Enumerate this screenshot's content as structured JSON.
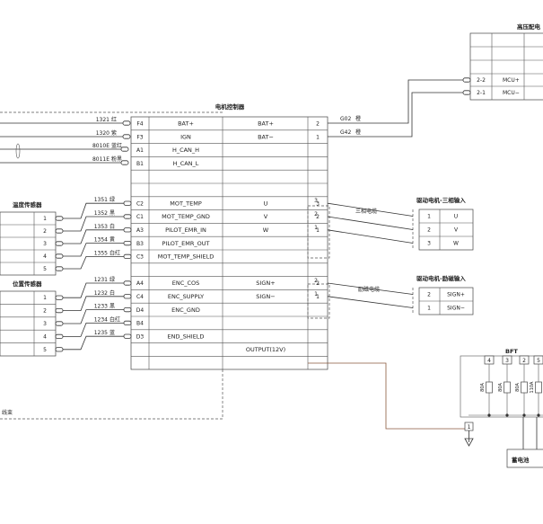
{
  "controller": {
    "title": "电机控制器",
    "rows": [
      {
        "pin": "F4",
        "left": "BAT+",
        "right": "BAT+",
        "num": "2"
      },
      {
        "pin": "F3",
        "left": "IGN",
        "right": "BAT−",
        "num": "1"
      },
      {
        "pin": "A1",
        "left": "H_CAN_H",
        "right": "",
        "num": ""
      },
      {
        "pin": "B1",
        "left": "H_CAN_L",
        "right": "",
        "num": ""
      },
      {
        "pin": "",
        "left": "",
        "right": "",
        "num": ""
      },
      {
        "pin": "",
        "left": "",
        "right": "",
        "num": ""
      },
      {
        "pin": "C2",
        "left": "MOT_TEMP",
        "right": "U",
        "num": "3"
      },
      {
        "pin": "C1",
        "left": "MOT_TEMP_GND",
        "right": "V",
        "num": "2"
      },
      {
        "pin": "A3",
        "left": "PILOT_EMR_IN",
        "right": "W",
        "num": "1"
      },
      {
        "pin": "B3",
        "left": "PILOT_EMR_OUT",
        "right": "",
        "num": ""
      },
      {
        "pin": "C3",
        "left": "MOT_TEMP_SHIELD",
        "right": "",
        "num": ""
      },
      {
        "pin": "",
        "left": "",
        "right": "",
        "num": ""
      },
      {
        "pin": "A4",
        "left": "ENC_COS",
        "right": "SIGN+",
        "num": "2"
      },
      {
        "pin": "C4",
        "left": "ENC_SUPPLY",
        "right": "SIGN−",
        "num": "1"
      },
      {
        "pin": "D4",
        "left": "ENC_GND",
        "right": "",
        "num": ""
      },
      {
        "pin": "B4",
        "left": "",
        "right": "",
        "num": ""
      },
      {
        "pin": "D3",
        "left": "END_SHIELD",
        "right": "",
        "num": ""
      },
      {
        "pin": "",
        "left": "",
        "right": "OUTPUT(12V)",
        "num": ""
      },
      {
        "pin": "",
        "left": "",
        "right": "",
        "num": ""
      }
    ]
  },
  "left_wires": [
    {
      "code": "1321",
      "color": "红"
    },
    {
      "code": "1320",
      "color": "紫"
    },
    {
      "code": "8010E",
      "color": "蓝红"
    },
    {
      "code": "8011E",
      "color": "粉黑"
    }
  ],
  "temp_sensor": {
    "title": "温度传感器",
    "pins": [
      "1",
      "2",
      "3",
      "4",
      "5"
    ],
    "wires": [
      {
        "code": "1351",
        "color": "绿"
      },
      {
        "code": "1352",
        "color": "黑"
      },
      {
        "code": "1353",
        "color": "白"
      },
      {
        "code": "1354",
        "color": "黄"
      },
      {
        "code": "1355",
        "color": "白红"
      }
    ]
  },
  "pos_sensor": {
    "title": "位置传感器",
    "pins": [
      "1",
      "2",
      "3",
      "4",
      "5"
    ],
    "wires": [
      {
        "code": "1231",
        "color": "绿"
      },
      {
        "code": "1232",
        "color": "白"
      },
      {
        "code": "1233",
        "color": "黑"
      },
      {
        "code": "1234",
        "color": "白红"
      },
      {
        "code": "1235",
        "color": "蓝"
      }
    ]
  },
  "harness_label": "线束",
  "hv_box": {
    "title": "高压配电",
    "rows": [
      {
        "pin": "2-2",
        "label": "MCU+"
      },
      {
        "pin": "2-1",
        "label": "MCU−"
      }
    ],
    "wires": [
      {
        "code": "G02",
        "color": "橙"
      },
      {
        "code": "G42",
        "color": "橙"
      }
    ]
  },
  "motor3": {
    "title": "驱动电机-三相输入",
    "cable": "三相电缆",
    "rows": [
      {
        "pin": "1",
        "label": "U"
      },
      {
        "pin": "2",
        "label": "V"
      },
      {
        "pin": "3",
        "label": "W"
      }
    ],
    "cable_pins": [
      "3",
      "2",
      "1"
    ]
  },
  "motor_exc": {
    "title": "驱动电机-励磁输入",
    "cable": "励磁电缆",
    "rows": [
      {
        "pin": "2",
        "label": "SIGN+"
      },
      {
        "pin": "1",
        "label": "SIGN−"
      }
    ],
    "cable_pins": [
      "2",
      "1"
    ]
  },
  "bft": {
    "title": "BFT",
    "slots": [
      "4",
      "3",
      "2",
      "5"
    ],
    "fuses": [
      "80A",
      "80A",
      "80A",
      "110A"
    ],
    "terminal": "1"
  },
  "battery": {
    "label": "蓄电池"
  }
}
